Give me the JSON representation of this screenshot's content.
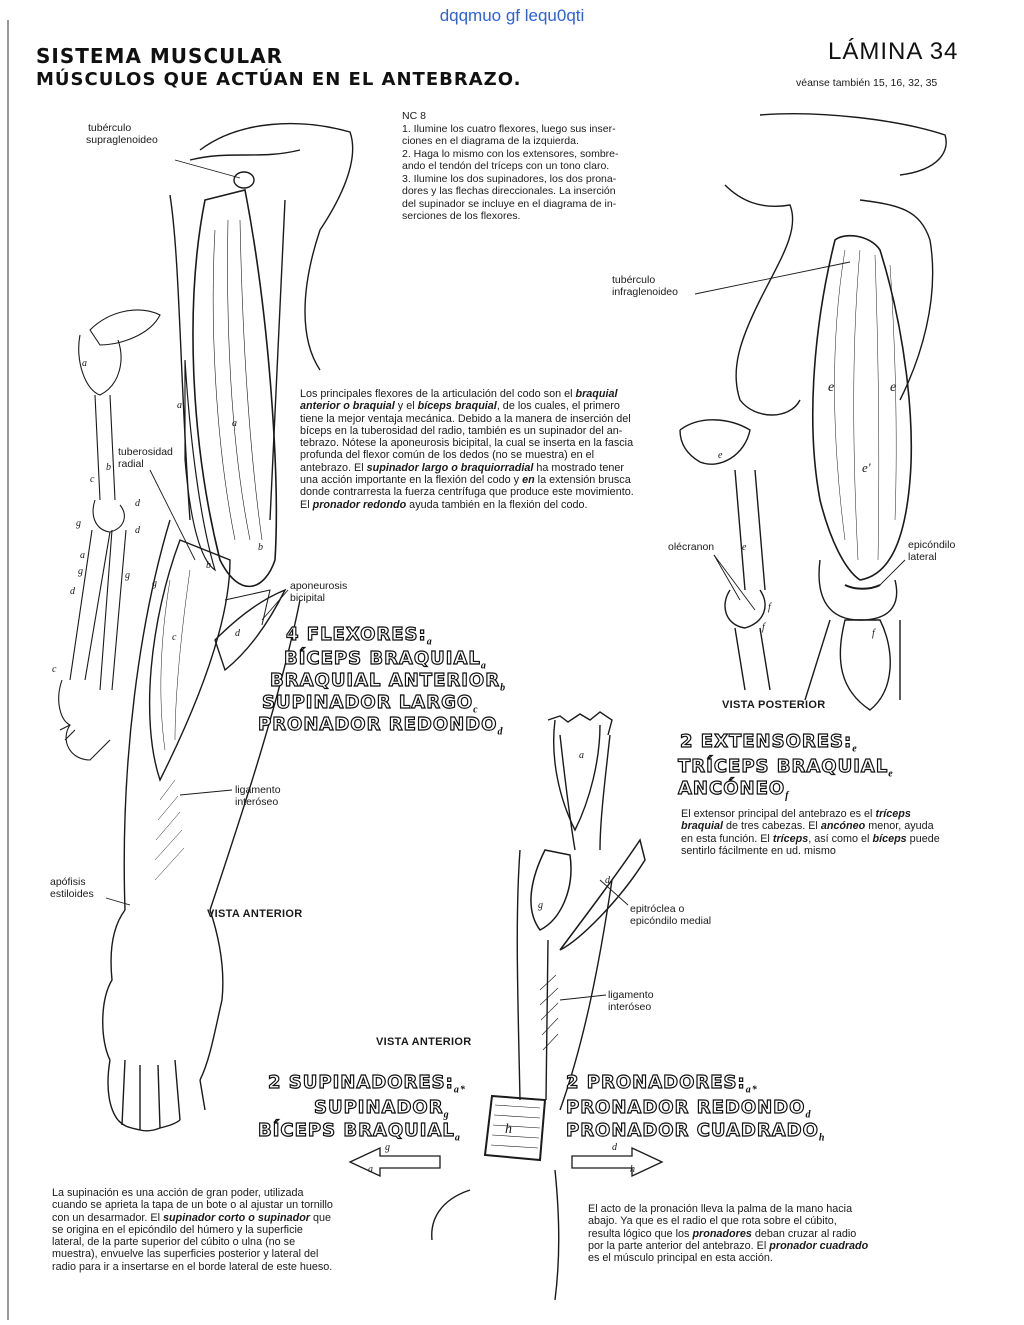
{
  "watermark": "dqqmuo gf lequ0qti",
  "header": {
    "title_line1": "SISTEMA MUSCULAR",
    "title_line2": "MÚSCULOS QUE ACTÚAN EN EL ANTEBRAZO.",
    "plate": "LÁMINA 34",
    "see_also": "véanse también 15, 16, 32, 35"
  },
  "instructions": {
    "code": "NC 8",
    "lines": [
      "1. Ilumine los cuatro flexores, luego sus inser-",
      "ciones en el diagrama de la izquierda.",
      "2. Haga lo mismo con los extensores, sombre-",
      "ando el tendón del tríceps con un tono claro.",
      "3. Ilumine los dos supinadores, los dos prona-",
      "dores y las flechas direccionales. La inserción",
      "del supinador se incluye en el diagrama de in-",
      "serciones de los flexores."
    ]
  },
  "labels": {
    "supraglenoideo": [
      "tubérculo",
      "supraglenoideo"
    ],
    "infraglenoideo": [
      "tubérculo",
      "infraglenoideo"
    ],
    "tuberosidad": [
      "tuberosidad",
      "radial"
    ],
    "aponeurosis": [
      "aponeurosis",
      "bicipital"
    ],
    "ligamento1": [
      "ligamento",
      "interóseo"
    ],
    "apofisis": [
      "apófisis",
      "estiloides"
    ],
    "olecranon": "olécranon",
    "epicondilo": [
      "epicóndilo",
      "lateral"
    ],
    "epitroclea": [
      "epitróclea o",
      "epicóndilo medial"
    ],
    "ligamento2": [
      "ligamento",
      "interóseo"
    ]
  },
  "views": {
    "anterior1": "VISTA ANTERIOR",
    "posterior": "VISTA POSTERIOR",
    "anterior2": "VISTA ANTERIOR"
  },
  "flexor_paragraph": {
    "p1": "Los principales flexores de la articulación del codo son el ",
    "e1": "braquial anterior o braquial",
    "p2": " y el ",
    "e2": "bíceps braquial",
    "p3": ", de los cuales, el primero tiene la mejor ventaja mecá­nica. Debido a la manera de inserción del bíceps en la tuberosidad del radio, también es un supinador del an­tebrazo. Nótese la aponeurosis bicipital, la cual se in­serta en la fascia profunda del flexor común de los dedos (no se muestra) en el antebrazo. El ",
    "e3": "supinador largo o braquiorradial",
    "p4": " ha mostrado tener una acción importante en la flexión del codo y ",
    "e4": "en",
    "p5": " la extensión brusca donde contrarresta la fuerza centrífuga que produce este movimiento. El ",
    "e5": "pronador redondo",
    "p6": " ayuda también en la flexión del codo."
  },
  "flexores": {
    "heading": "4 FLEXORES:",
    "heading_sub": "a",
    "items": [
      {
        "name": "BÍCEPS BRAQUIAL",
        "sub": "a"
      },
      {
        "name": "BRAQUIAL ANTERIOR",
        "sub": "b"
      },
      {
        "name": "SUPINADOR LARGO",
        "sub": "c"
      },
      {
        "name": "PRONADOR REDONDO",
        "sub": "d"
      }
    ]
  },
  "extensores": {
    "heading": "2 EXTENSORES:",
    "heading_sub": "e",
    "items": [
      {
        "name": "TRÍCEPS BRAQUIAL",
        "sub": "e"
      },
      {
        "name": "ANCÓNEO",
        "sub": "f"
      }
    ],
    "p1": "El extensor principal del antebrazo es el ",
    "e1": "tríceps braquial",
    "p2": " de tres cabezas. El ",
    "e2": "ancóneo",
    "p3": " menor, ayuda en esta función. El ",
    "e3": "tríceps",
    "p4": ", así como el ",
    "e4": "bíceps",
    "p5": " puede sentirlo fácilmente en ud. mismo"
  },
  "supinadores": {
    "heading": "2 SUPINADORES:",
    "heading_sub": "a*",
    "items": [
      {
        "name": "SUPINADOR",
        "sub": "g"
      },
      {
        "name": "BÍCEPS BRAQUIAL",
        "sub": "a"
      }
    ],
    "p1": "La supinación es una acción de gran poder, uti­lizada cuando se aprieta la tapa de un bote o al ajustar un tornillo con un desarmador. El ",
    "e1": "supi­nador corto o supinador",
    "p2": " que se origina en el epicóndilo del húmero y la superficie lateral, de la parte superior del cúbito o ulna (no se muestra), envuelve las superficies posterior y lateral del radio para ir a insertarse en el borde lateral de este hueso."
  },
  "pronadores": {
    "heading": "2 PRONADORES:",
    "heading_sub": "a*",
    "items": [
      {
        "name": "PRONADOR REDONDO",
        "sub": "d"
      },
      {
        "name": "PRONADOR CUADRADO",
        "sub": "h"
      }
    ],
    "p1": "El acto de la pronación lleva la palma de la ma­no hacia abajo. Ya que es el radio el que rota sobre el cúbito, resulta lógico que los ",
    "e1": "pronado­res",
    "p2": " deban cruzar al radio por la parte anterior del antebrazo. El ",
    "e2": "pronador cuadrado",
    "p3": " es el mús­culo principal en esta acción."
  },
  "arrow_tags": {
    "left_top": "g",
    "left_bottom": "a",
    "right_top": "d",
    "right_bottom": "h"
  },
  "figure_letters": {
    "a": "a",
    "b": "b",
    "c": "c",
    "d": "d",
    "e": "e",
    "e_prime": "e'",
    "f": "f",
    "g": "g",
    "h": "h"
  }
}
